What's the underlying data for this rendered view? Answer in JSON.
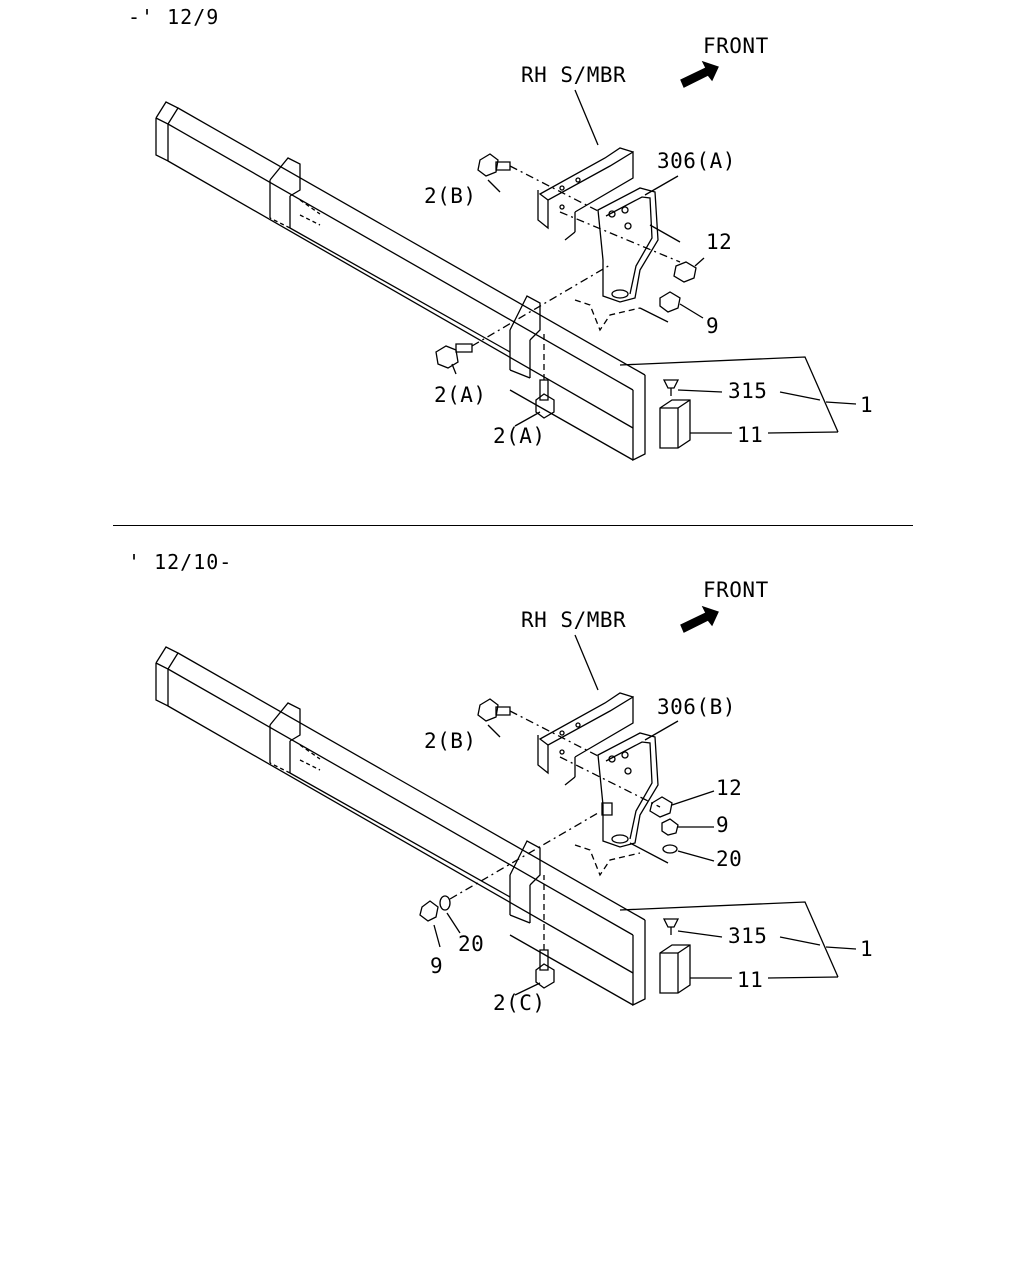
{
  "sections": [
    {
      "period": "-' 12/9",
      "front": "FRONT",
      "member": "RH S/MBR",
      "callouts": {
        "c306": "306(A)",
        "c2b": "2(B)",
        "c12": "12",
        "c9": "9",
        "c2a_1": "2(A)",
        "c2a_2": "2(A)",
        "c315": "315",
        "c11": "11",
        "c1": "1"
      }
    },
    {
      "period": "' 12/10-",
      "front": "FRONT",
      "member": "RH S/MBR",
      "callouts": {
        "c306": "306(B)",
        "c2b": "2(B)",
        "c12": "12",
        "c9a": "9",
        "c20a": "20",
        "c9b": "9",
        "c20b": "20",
        "c2c": "2(C)",
        "c315": "315",
        "c11": "11",
        "c1": "1"
      }
    }
  ]
}
